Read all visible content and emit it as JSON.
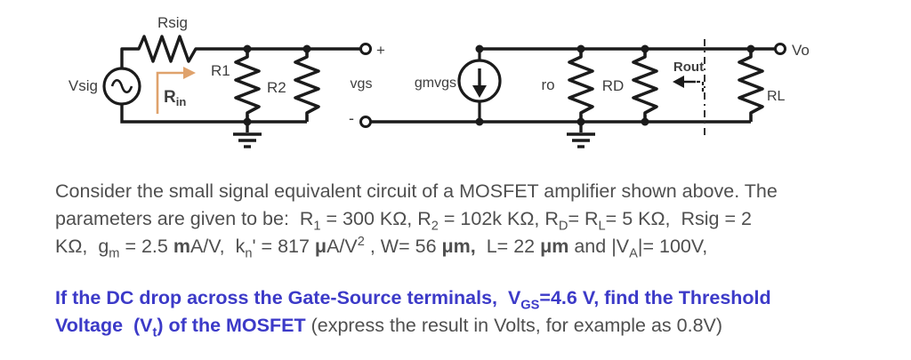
{
  "circuit": {
    "labels": {
      "rsig": "Rsig",
      "vsig": "Vsig",
      "r1": "R1",
      "r2": "R2",
      "rin_base": "R",
      "rin_sub": "in",
      "vgs": "vgs",
      "vgs_plus": "+",
      "vgs_minus": "-",
      "gmvgs": "gmvgs",
      "ro": "ro",
      "rd": "RD",
      "rout": "Rout",
      "rl": "RL",
      "vo": "Vo"
    },
    "colors": {
      "wire": "#1b1b1b",
      "rin_arrow": "#dfa26c",
      "label": "#3e3e3e"
    }
  },
  "question": {
    "colors": {
      "body": "#4f4f4f",
      "highlight": "#3c3ac8"
    },
    "p1": {
      "l1": [
        {
          "t": "Consider the small signal equivalent circuit of a MOSFET amplifier shown above. The",
          "s": "n"
        }
      ],
      "l2": [
        {
          "t": "parameters are given to be:  R",
          "s": "n"
        },
        {
          "t": "1",
          "s": "sub"
        },
        {
          "t": " = 300 KΩ, R",
          "s": "n"
        },
        {
          "t": "2",
          "s": "sub"
        },
        {
          "t": " = 102k KΩ, R",
          "s": "n"
        },
        {
          "t": "D",
          "s": "sub"
        },
        {
          "t": "= R",
          "s": "n"
        },
        {
          "t": "L",
          "s": "sub"
        },
        {
          "t": "= 5 KΩ,  Rsig = 2",
          "s": "n"
        }
      ],
      "l3": [
        {
          "t": "KΩ,  g",
          "s": "n"
        },
        {
          "t": "m",
          "s": "sub"
        },
        {
          "t": " = 2.5 ",
          "s": "n"
        },
        {
          "t": "m",
          "s": "b"
        },
        {
          "t": "A/V,  k",
          "s": "n"
        },
        {
          "t": "n",
          "s": "sub"
        },
        {
          "t": "' = 817 ",
          "s": "n"
        },
        {
          "t": "μ",
          "s": "b"
        },
        {
          "t": "A/V",
          "s": "n"
        },
        {
          "t": "2",
          "s": "sup"
        },
        {
          "t": " , W= 56 ",
          "s": "n"
        },
        {
          "t": "μm,",
          "s": "b"
        },
        {
          "t": "  L= 22 ",
          "s": "n"
        },
        {
          "t": "μm",
          "s": "b"
        },
        {
          "t": " and |V",
          "s": "n"
        },
        {
          "t": "A",
          "s": "sub"
        },
        {
          "t": "|= 100V,",
          "s": "n"
        }
      ]
    },
    "p2": {
      "l1": [
        {
          "t": "If the DC drop across the Gate-Source terminals,  V",
          "s": "n"
        },
        {
          "t": "GS",
          "s": "sub"
        },
        {
          "t": "=4.6 V, find the Threshold",
          "s": "n"
        }
      ],
      "l2": [
        {
          "t": "Voltage  (V",
          "s": "n"
        },
        {
          "t": "t",
          "s": "sub"
        },
        {
          "t": ") of the MOSFET ",
          "s": "n"
        },
        {
          "t": "(express the result in Volts, for example as 0.8V)",
          "s": "g"
        }
      ]
    }
  }
}
